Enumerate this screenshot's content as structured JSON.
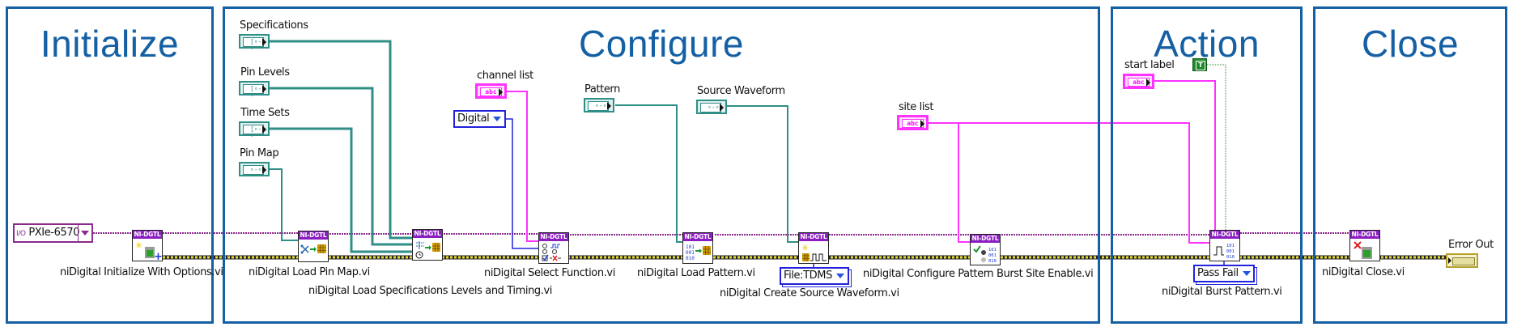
{
  "frames": [
    {
      "title": "Initialize"
    },
    {
      "title": "Configure"
    },
    {
      "title": "Action"
    },
    {
      "title": "Close"
    }
  ],
  "controls": {
    "resource": {
      "value": "PXIe-6570",
      "io_glyph": "I/O"
    },
    "specifications": {
      "label": "Specifications"
    },
    "pin_levels": {
      "label": "Pin Levels"
    },
    "time_sets": {
      "label": "Time Sets"
    },
    "pin_map": {
      "label": "Pin Map"
    },
    "channel_list": {
      "label": "channel list",
      "glyph": "abc"
    },
    "function_enum": {
      "value": "Digital"
    },
    "pattern": {
      "label": "Pattern"
    },
    "source_waveform": {
      "label": "Source Waveform"
    },
    "data_mapping_enum": {
      "value": "File:TDMS"
    },
    "site_list": {
      "label": "site list",
      "glyph": "abc"
    },
    "start_label": {
      "label": "start label",
      "glyph": "abc"
    },
    "bool_constant": {
      "value": "T"
    },
    "burst_mode_enum": {
      "value": "Pass Fail"
    },
    "error_out": {
      "label": "Error Out"
    }
  },
  "nodes": [
    {
      "id": "init",
      "header": "NI-DGTL",
      "label": "niDigital Initialize With Options.vi"
    },
    {
      "id": "load-pin-map",
      "header": "NI-DGTL",
      "label": "niDigital Load Pin Map.vi"
    },
    {
      "id": "load-specs",
      "header": "NI-DGTL",
      "label": "niDigital Load Specifications Levels and Timing.vi"
    },
    {
      "id": "select-function",
      "header": "NI-DGTL",
      "label": "niDigital Select Function.vi"
    },
    {
      "id": "load-pattern",
      "header": "NI-DGTL",
      "label": "niDigital Load Pattern.vi"
    },
    {
      "id": "create-source-waveform",
      "header": "NI-DGTL",
      "label": "niDigital Create Source Waveform.vi"
    },
    {
      "id": "configure-burst-sites",
      "header": "NI-DGTL",
      "label": "niDigital Configure Pattern Burst Site Enable.vi"
    },
    {
      "id": "burst-pattern",
      "header": "NI-DGTL",
      "label": "niDigital Burst Pattern.vi"
    },
    {
      "id": "close",
      "header": "NI-DGTL",
      "label": "niDigital Close.vi"
    }
  ],
  "colors": {
    "frame": "#1560a4",
    "session_wire": "#8a2a8a",
    "error_wire": "#c8b82a",
    "path_wire": "#2f8f86",
    "string_wire": "#ff33ff",
    "enum_wire": "#2222dd",
    "bool_wire": "#1f8a2a",
    "node_header": "#8a1ec0"
  }
}
